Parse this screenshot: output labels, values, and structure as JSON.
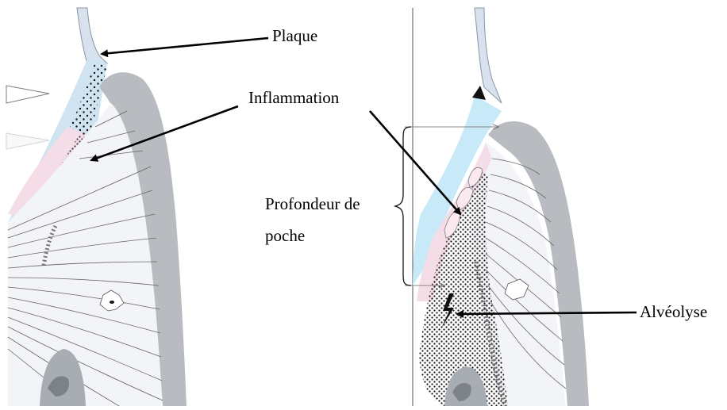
{
  "labels": {
    "plaque": "Plaque",
    "inflammation": "Inflammation",
    "profondeur_line1": "Profondeur de",
    "profondeur_line2": "poche",
    "alveolyse": "Alvéolyse"
  },
  "colors": {
    "bone_gray": "#b8bcc0",
    "tooth_gray": "#c5cad0",
    "enamel_blue": "#dbe6f2",
    "plaque_blue": "#cde2ee",
    "pocket_blue": "#c8eaf8",
    "inflammation_pink": "#f5dde6",
    "ligament_white": "#f2f4f7",
    "stroke_dark": "#333333",
    "arrow_black": "#000000"
  },
  "icons": {
    "left_arrowhead_outline": "hollow-arrowhead-icon",
    "right_arrowhead_solid": "solid-arrowhead-icon",
    "cell": "osteocyte-icon"
  }
}
